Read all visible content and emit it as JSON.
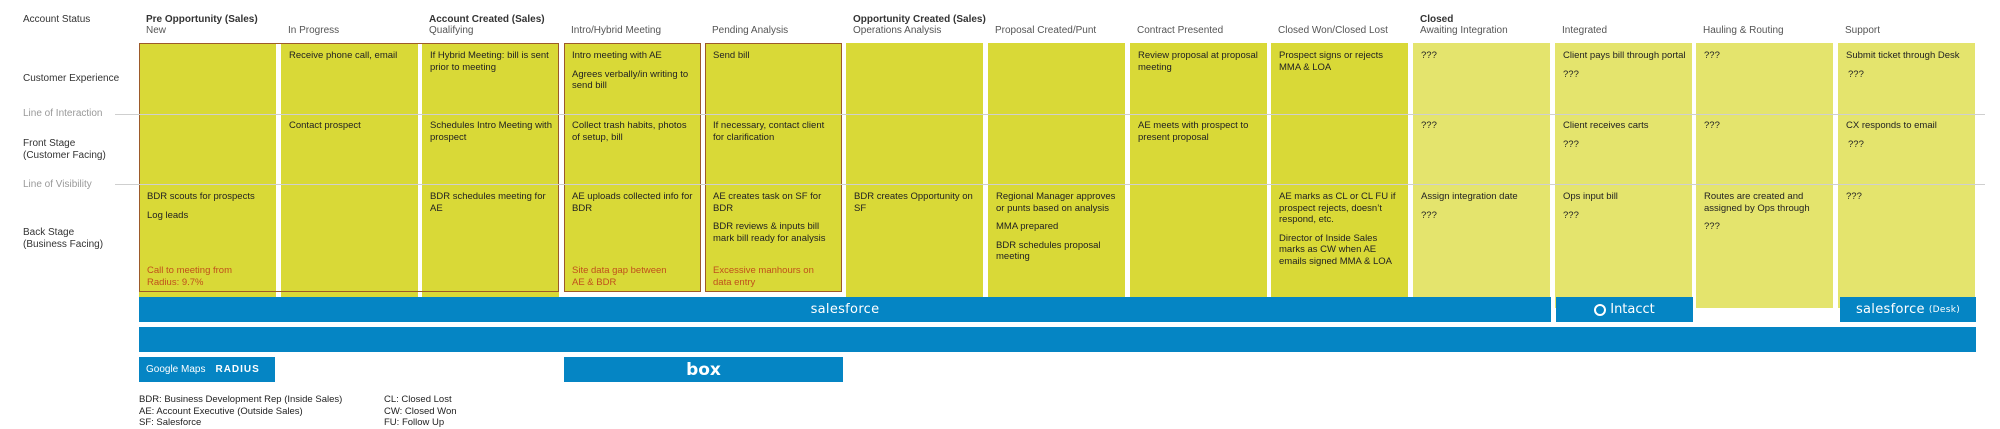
{
  "account_status_label": "Account Status",
  "stage_groups": [
    {
      "id": "pre-opportunity",
      "label": "Pre Opportunity (Sales)"
    },
    {
      "id": "account-created",
      "label": "Account Created (Sales)"
    },
    {
      "id": "opportunity-created",
      "label": "Opportunity Created (Sales)"
    },
    {
      "id": "closed",
      "label": "Closed"
    }
  ],
  "stages": [
    "New",
    "In Progress",
    "Qualifying",
    "Intro/Hybrid Meeting",
    "Pending Analysis",
    "Operations Analysis",
    "Proposal Created/Punt",
    "Contract Presented",
    "Closed Won/Closed Lost",
    "Awaiting Integration",
    "Integrated",
    "Hauling & Routing",
    "Support"
  ],
  "rows": {
    "customer_experience": "Customer Experience",
    "line_of_interaction": "Line of Interaction",
    "front_stage": "Front Stage\n(Customer Facing)",
    "line_of_visibility": "Line of Visibility",
    "back_stage": "Back Stage\n(Business Facing)"
  },
  "cells": {
    "customer_experience": [
      [],
      [
        "Receive phone call, email"
      ],
      [
        "If Hybrid Meeting: bill is sent prior to meeting"
      ],
      [
        "Intro meeting with AE",
        "Agrees verbally/in writing to send bill"
      ],
      [
        "Send bill"
      ],
      [],
      [],
      [
        "Review proposal at proposal meeting"
      ],
      [
        "Prospect signs or rejects MMA & LOA"
      ],
      [
        "???"
      ],
      [
        "Client pays bill through portal",
        "???"
      ],
      [
        "???"
      ],
      [
        "Submit ticket through Desk",
        "???"
      ]
    ],
    "front_stage": [
      [],
      [
        "Contact prospect"
      ],
      [
        "Schedules Intro Meeting with prospect"
      ],
      [
        "Collect trash habits, photos of setup, bill"
      ],
      [
        "If necessary, contact client for clarification"
      ],
      [],
      [],
      [
        "AE meets with prospect to present proposal"
      ],
      [],
      [
        "???"
      ],
      [
        "Client receives carts",
        "???"
      ],
      [
        "???"
      ],
      [
        "CX responds to email",
        "???"
      ]
    ],
    "back_stage": [
      [
        "BDR scouts for prospects",
        "Log leads"
      ],
      [],
      [
        "BDR schedules meeting for AE"
      ],
      [
        "AE uploads collected info for BDR"
      ],
      [
        "AE creates task on SF for BDR",
        "BDR reviews & inputs bill mark bill  ready for analysis"
      ],
      [
        "BDR creates Opportunity on SF"
      ],
      [
        "Regional Manager approves or punts based on analysis",
        "MMA prepared",
        "BDR schedules proposal meeting"
      ],
      [],
      [
        "AE marks as CL or CL FU if prospect rejects, doesn’t respond, etc.",
        "Director of Inside Sales marks as CW when AE emails signed MMA & LOA"
      ],
      [
        "Assign integration date",
        "???"
      ],
      [
        "Ops input bill",
        "???"
      ],
      [
        "Routes are created and assigned by Ops through",
        "???"
      ],
      [
        "???"
      ]
    ]
  },
  "pain_points": [
    {
      "stage": "New",
      "text": "Call to meeting from Radius: 9.7%"
    },
    {
      "stage": "Intro/Hybrid Meeting",
      "text": "Site data gap between AE & BDR"
    },
    {
      "stage": "Pending Analysis",
      "text": "Excessive manhours on data entry"
    }
  ],
  "tools": {
    "salesforce": "salesforce",
    "intacct": "Intacct",
    "salesforce_desk": "salesforce",
    "salesforce_desk_suffix": "(Desk)",
    "google_maps": "Google Maps",
    "radius": "RADIUS",
    "box": "box"
  },
  "legend_left": [
    "BDR: Business Development Rep (Inside Sales)",
    "AE: Account Executive (Outside Sales)",
    "SF: Salesforce"
  ],
  "legend_right": [
    "CL: Closed Lost",
    "CW: Closed Won",
    "FU: Follow Up"
  ],
  "colors": {
    "bright": "#d9d937",
    "pale": "#e4e46d",
    "tool_blue": "#0585c4",
    "pain_text": "#c0501c",
    "outline": "#9c5a2a"
  }
}
